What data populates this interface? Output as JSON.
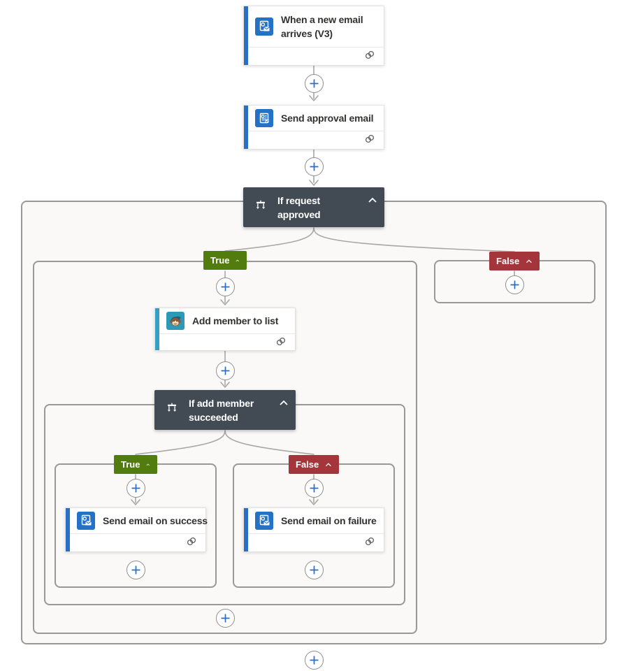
{
  "app": {
    "name": "Flow designer canvas"
  },
  "colors": {
    "accent_blue": "#2b6fc4",
    "accent_teal": "#33a0c4",
    "chip_blue": "#2372c8",
    "chip_teal": "#2c9ab7",
    "condition_bg": "#424a53",
    "true_green": "#527c0e",
    "false_red": "#a4353a",
    "plus_blue": "#2b6fc4",
    "connector_gray": "#a9a7a5",
    "container_bg": "#faf9f7",
    "container_border": "#9a9896"
  },
  "flow": {
    "trigger": {
      "title": "When a new email arrives (V3)",
      "icon": "outlook-icon"
    },
    "send_approval": {
      "title": "Send approval email",
      "icon": "approvals-icon"
    },
    "condition_request": {
      "title": "If request approved",
      "icon": "condition-icon"
    },
    "add_member": {
      "title": "Add member to list",
      "icon": "mailchimp-icon"
    },
    "condition_add_member": {
      "title": "If add member succeeded",
      "icon": "condition-icon"
    },
    "send_success": {
      "title": "Send email on success",
      "icon": "outlook-icon"
    },
    "send_failure": {
      "title": "Send email on failure",
      "icon": "outlook-icon"
    }
  },
  "branches": {
    "true_label": "True",
    "false_label": "False"
  }
}
